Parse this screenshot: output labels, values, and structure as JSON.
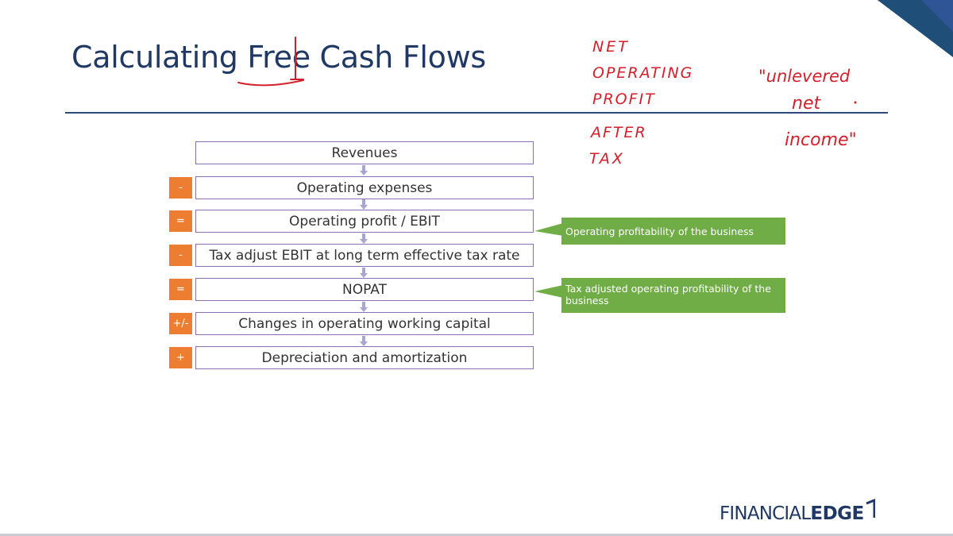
{
  "slide": {
    "title": "Calculating Free Cash Flows"
  },
  "flow": {
    "steps": [
      {
        "operator": "",
        "label": "Revenues"
      },
      {
        "operator": "-",
        "label": "Operating expenses"
      },
      {
        "operator": "=",
        "label": "Operating profit / EBIT"
      },
      {
        "operator": "-",
        "label": "Tax adjust EBIT at long term effective tax rate"
      },
      {
        "operator": "=",
        "label": "NOPAT"
      },
      {
        "operator": "+/-",
        "label": "Changes in operating working capital"
      },
      {
        "operator": "+",
        "label": "Depreciation and amortization"
      }
    ]
  },
  "callouts": {
    "ebit": "Operating profitability of the business",
    "nopat": "Tax adjusted operating profitability of the business"
  },
  "handwriting": {
    "nopat_expansion": [
      "NET",
      "OPERATING",
      "PROFIT",
      "AFTER",
      "TAX"
    ],
    "unlevered": [
      "\"unlevered",
      "net",
      "income\""
    ]
  },
  "brand": {
    "logo_part1": "FINANCIAL",
    "logo_part2": "EDGE",
    "primary_color": "#1f3864",
    "operator_color": "#ed7d31",
    "callout_color": "#70ad47",
    "ink_color": "#d41f2a"
  }
}
